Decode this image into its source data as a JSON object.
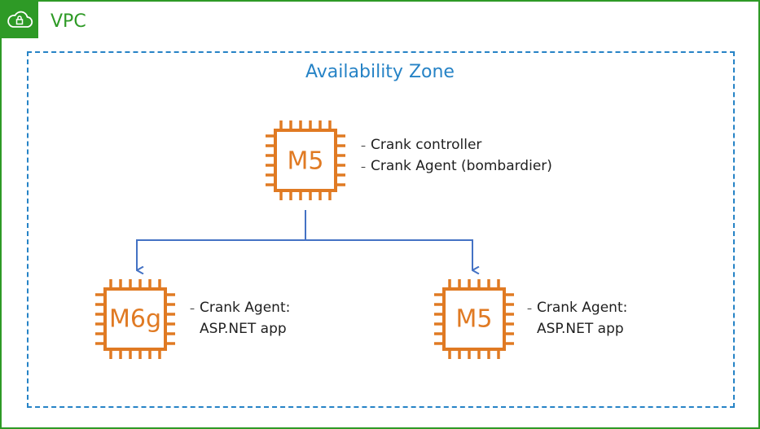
{
  "vpc": {
    "title": "VPC",
    "badge_icon": "cloud-lock-icon"
  },
  "availability_zone": {
    "title": "Availability Zone"
  },
  "instances": [
    {
      "id": "controller",
      "label": "M5",
      "icon": "ec2-instance-chip-icon",
      "notes": [
        "Crank controller",
        "Crank Agent (bombardier)"
      ]
    },
    {
      "id": "app-arm",
      "label": "M6g",
      "icon": "ec2-instance-chip-icon",
      "notes": [
        "Crank Agent:",
        "ASP.NET app"
      ]
    },
    {
      "id": "app-x86",
      "label": "M5",
      "icon": "ec2-instance-chip-icon",
      "notes": [
        "Crank Agent:",
        "ASP.NET app"
      ]
    }
  ],
  "colors": {
    "vpc_green": "#2e9a26",
    "az_blue": "#2683c6",
    "chip_orange": "#e07a23",
    "connector_blue": "#4472c4"
  }
}
